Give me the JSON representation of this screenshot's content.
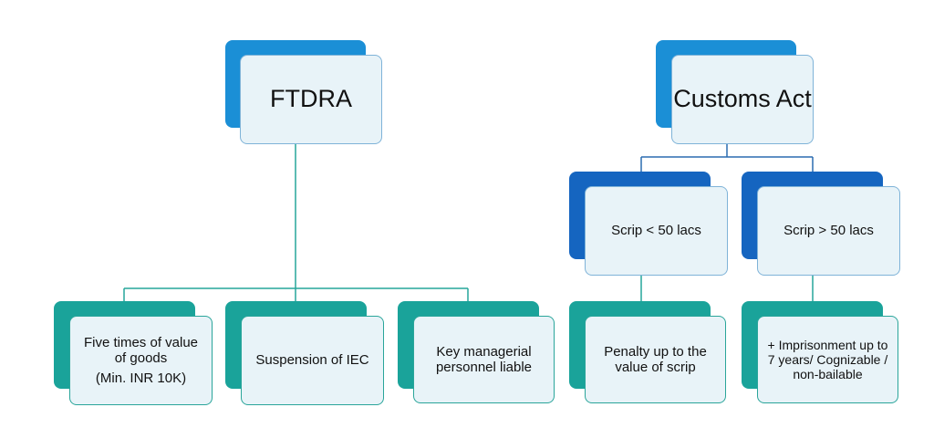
{
  "colors": {
    "header_back": "#1b8fd6",
    "level2_back": "#1565c0",
    "leaf_back": "#1aa39a",
    "box_fill": "#e8f3f8",
    "connector_blue": "#2b6cb0",
    "connector_teal": "#26a69a"
  },
  "left_tree": {
    "root": "FTDRA",
    "leaves": [
      {
        "line1": "Five times of value of goods",
        "line2": "(Min. INR 10K)"
      },
      {
        "line1": "Suspension of IEC"
      },
      {
        "line1": "Key managerial personnel liable"
      }
    ]
  },
  "right_tree": {
    "root": "Customs Act",
    "branches": [
      {
        "label": "Scrip < 50 lacs",
        "leaf": "Penalty up to the value of scrip"
      },
      {
        "label": "Scrip > 50 lacs",
        "leaf": "+ Imprisonment up to 7 years/ Cognizable / non-bailable"
      }
    ]
  }
}
